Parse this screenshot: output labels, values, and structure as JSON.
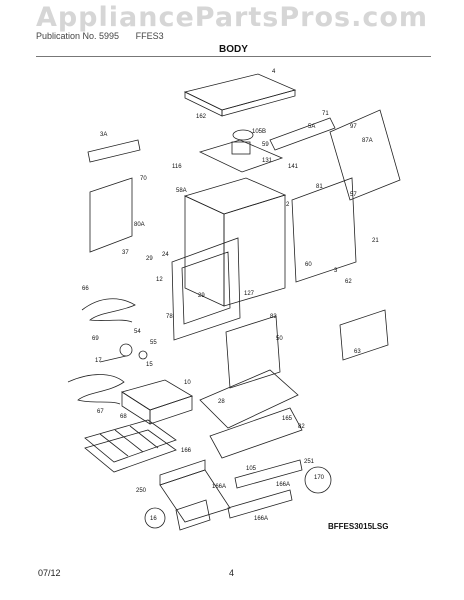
{
  "watermark": "AppliancePartsPros.com",
  "header": {
    "left_text": "Publication No. 5995",
    "right_text": "FFES3",
    "title": "BODY"
  },
  "diagram_code": "BFFES3015LSG",
  "footer": {
    "date": "07/12",
    "page": "4"
  },
  "colors": {
    "line": "#222222",
    "watermark": "#cfcfcf"
  },
  "part_numbers": [
    "4",
    "162",
    "3A",
    "59",
    "105B",
    "5A",
    "71",
    "97",
    "87A",
    "131",
    "116",
    "141",
    "70",
    "58A",
    "2",
    "81",
    "57",
    "80A",
    "21",
    "37",
    "29",
    "24",
    "12",
    "60",
    "3",
    "62",
    "66",
    "127",
    "78",
    "63",
    "69",
    "54",
    "83",
    "55",
    "50",
    "15",
    "17",
    "10",
    "68",
    "67",
    "165",
    "82",
    "166",
    "105",
    "251",
    "170",
    "166A",
    "250",
    "166A",
    "166A",
    "28",
    "29",
    "16"
  ]
}
